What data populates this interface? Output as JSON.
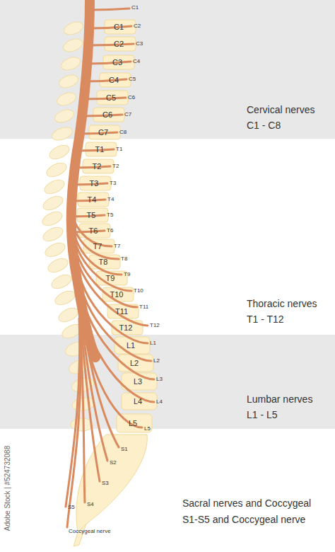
{
  "diagram": {
    "nodes": [
      {
        "text": [
          "Cervical nerves",
          "C1 - C8"
        ]
      },
      {
        "text": [
          "Thoracic nerves",
          "T1 - T12"
        ]
      },
      {
        "text": [
          "Lumbar nerves",
          "L1 - L5"
        ]
      },
      {
        "text": [
          "Sacral nerves and Coccygeal",
          "S1-S5 and Coccygeal nerve"
        ]
      }
    ],
    "labels": [
      "C1",
      "C2",
      "C3",
      "C4",
      "C5",
      "C6",
      "C7",
      "T1",
      "T2",
      "T3",
      "T4",
      "T5",
      "T6",
      "T7",
      "T8",
      "T9",
      "T10",
      "T11",
      "T12",
      "L1",
      "L2",
      "L3",
      "L4",
      "L5",
      "C1",
      "C2",
      "C3",
      "C4",
      "C5",
      "C6",
      "C7",
      "C8",
      "T1",
      "T2",
      "T3",
      "T4",
      "T5",
      "T6",
      "T7",
      "T8",
      "T9",
      "T10",
      "T11",
      "T12",
      "L1",
      "L2",
      "L3",
      "L4",
      "L5",
      "S1",
      "S2",
      "S3",
      "S4",
      "S5",
      "Coccygeal nerve",
      "Adobe Stock | #524732088"
    ]
  }
}
